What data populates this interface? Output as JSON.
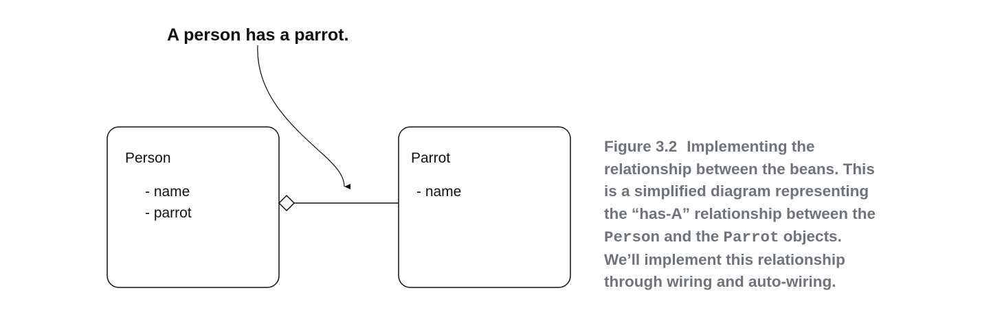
{
  "callout": "A person has a parrot.",
  "person": {
    "title": "Person",
    "attributes": [
      "- name",
      "- parrot"
    ]
  },
  "parrot": {
    "title": "Parrot",
    "attributes": [
      "- name"
    ]
  },
  "caption": {
    "figure_number": "Figure 3.2",
    "lines": [
      "Implementing the",
      "relationship between the beans. This",
      "is a simplified diagram representing",
      "the “has-A” relationship between the"
    ],
    "code_person": "Person",
    "and_the": " and the ",
    "code_parrot": "Parrot",
    "objects": " objects.",
    "line6": "We’ll implement this relationship",
    "line7": "through wiring and auto-wiring."
  },
  "colors": {
    "caption_text": "#6e7479",
    "stroke": "#111111"
  }
}
